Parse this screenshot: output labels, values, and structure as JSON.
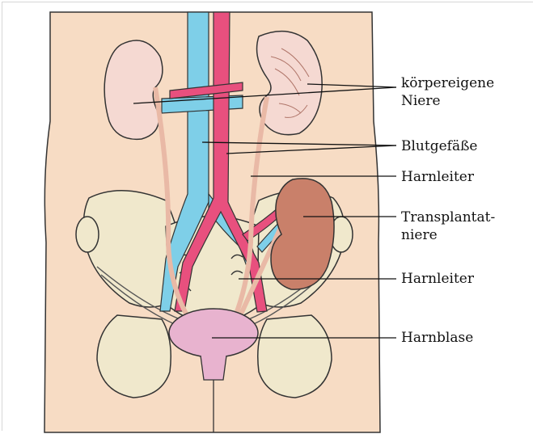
{
  "labels": {
    "kidney": {
      "line1": "körpereigene",
      "line2": "Niere"
    },
    "vessels": "Blutgefäße",
    "ureter_upper": "Harnleiter",
    "transplant": {
      "line1": "Transplantat-",
      "line2": "niere"
    },
    "ureter_lower": "Harnleiter",
    "bladder": "Harnblase"
  },
  "colors": {
    "skin": "#f7dcc4",
    "bone": "#f0e8cc",
    "kidney_native": "#f5d9d2",
    "kidney_transplant": "#c9806a",
    "vein": "#7ecfe8",
    "artery": "#e8507e",
    "bladder": "#e8b3cf",
    "outline": "#333333",
    "leader_line": "#111111"
  }
}
